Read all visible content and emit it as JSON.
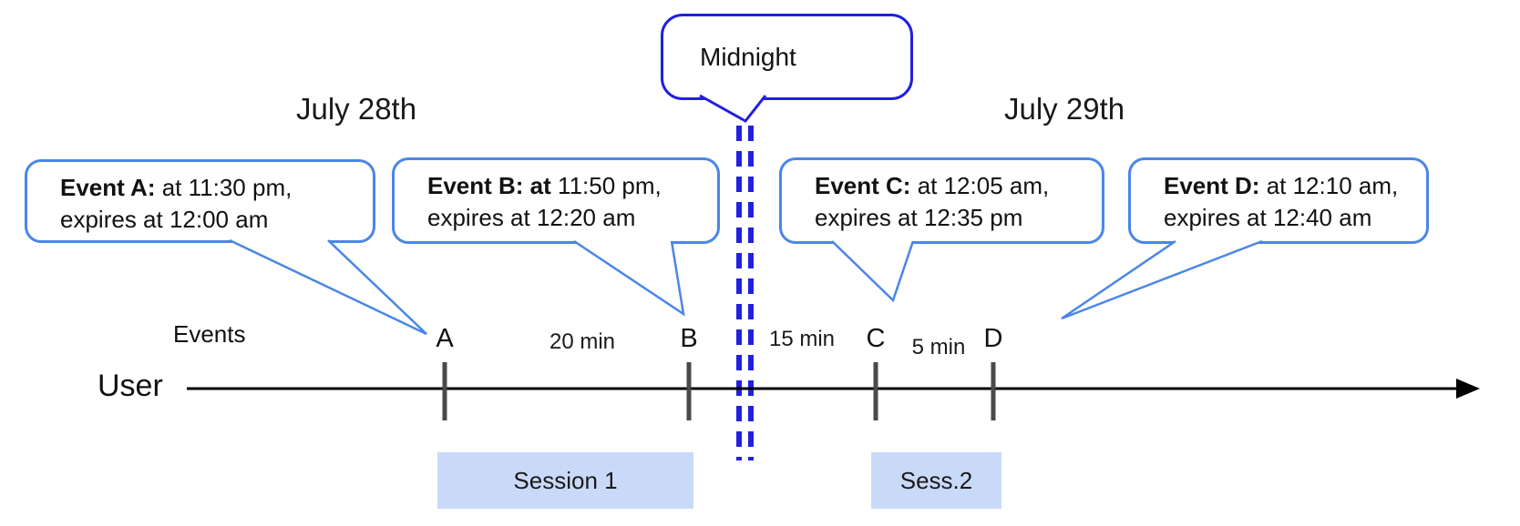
{
  "diagram": {
    "kind": "timeline-diagram",
    "dates": {
      "left": "July 28th",
      "right": "July 29th"
    },
    "midnight": {
      "label": "Midnight"
    },
    "axis": {
      "events_label": "Events",
      "user_label": "User"
    },
    "events": [
      {
        "label": "A",
        "bold": "Event A:",
        "rest": " at 11:30 pm,",
        "line2": "expires at 12:00 am"
      },
      {
        "label": "B",
        "bold": "Event B: at",
        "rest": " 11:50 pm,",
        "line2": "expires at 12:20 am"
      },
      {
        "label": "C",
        "bold": "Event C:",
        "rest": " at 12:05 am,",
        "line2": "expires at 12:35 pm"
      },
      {
        "label": "D",
        "bold": "Event D:",
        "rest": " at 12:10 am,",
        "line2": "expires at 12:40 am"
      }
    ],
    "intervals": [
      {
        "between": "A-B",
        "label": "20 min"
      },
      {
        "between": "B-C",
        "label": "15 min"
      },
      {
        "between": "C-D",
        "label": "5 min"
      }
    ],
    "sessions": [
      {
        "label": "Session 1",
        "covers": "A-B"
      },
      {
        "label": "Sess.2",
        "covers": "C-D"
      }
    ],
    "colors": {
      "callout_border": "#4a86e8",
      "midnight_border": "#2020e0",
      "dashed_line": "#2020e0",
      "session_fill": "#c9daf8",
      "tick": "#4a4a4a",
      "timeline": "#000000"
    }
  }
}
